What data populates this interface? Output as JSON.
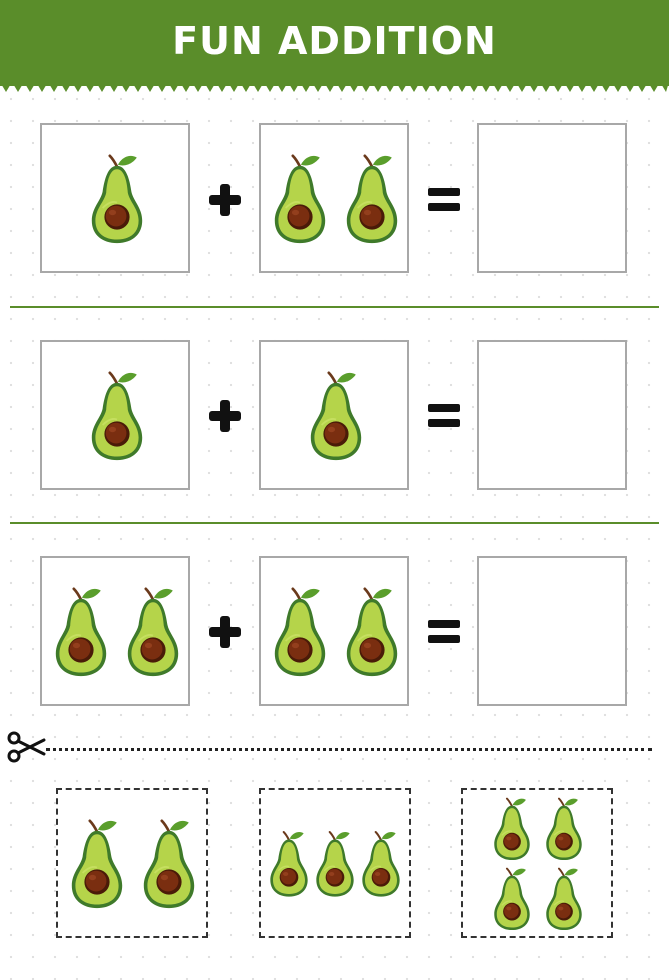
{
  "title": "FUN ADDITION",
  "icons": {
    "fruit": "avocado-half-icon",
    "operators": [
      "plus-icon",
      "equals-icon"
    ],
    "cut": "scissors-icon"
  },
  "colors": {
    "header": "#5a8d2a",
    "avocado_skin": "#3f7a2a",
    "avocado_flesh": "#b5d44a",
    "avocado_pit": "#7a2e10",
    "leaf": "#5a9e2c"
  },
  "problems": [
    {
      "left_count": 1,
      "right_count": 2,
      "answer": ""
    },
    {
      "left_count": 1,
      "right_count": 1,
      "answer": ""
    },
    {
      "left_count": 2,
      "right_count": 2,
      "answer": ""
    }
  ],
  "cutout_options": [
    {
      "count": 2
    },
    {
      "count": 3
    },
    {
      "count": 4
    }
  ]
}
